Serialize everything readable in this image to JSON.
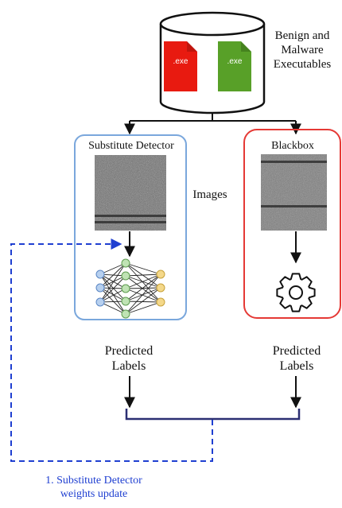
{
  "source": {
    "label_lines": [
      "Benign and",
      "Malware",
      "Executables"
    ],
    "files": [
      {
        "text": ".exe",
        "color": "#e81a10"
      },
      {
        "text": ".exe",
        "color": "#58a028"
      }
    ]
  },
  "substitute": {
    "title": "Substitute Detector",
    "border_color": "#7aa7dc",
    "predicted_lines": [
      "Predicted",
      "Labels"
    ]
  },
  "blackbox": {
    "title": "Blackbox",
    "border_color": "#e53935",
    "predicted_lines": [
      "Predicted",
      "Labels"
    ]
  },
  "images_label": "Images",
  "feedback": {
    "color": "#1f3fd1",
    "caption_lines": [
      "1. Substitute Detector",
      "weights update"
    ]
  },
  "merge_line_color": "#2b2f72",
  "icons": {
    "database": "database-icon",
    "neural_network": "neural-network-icon",
    "gear": "gear-icon"
  }
}
